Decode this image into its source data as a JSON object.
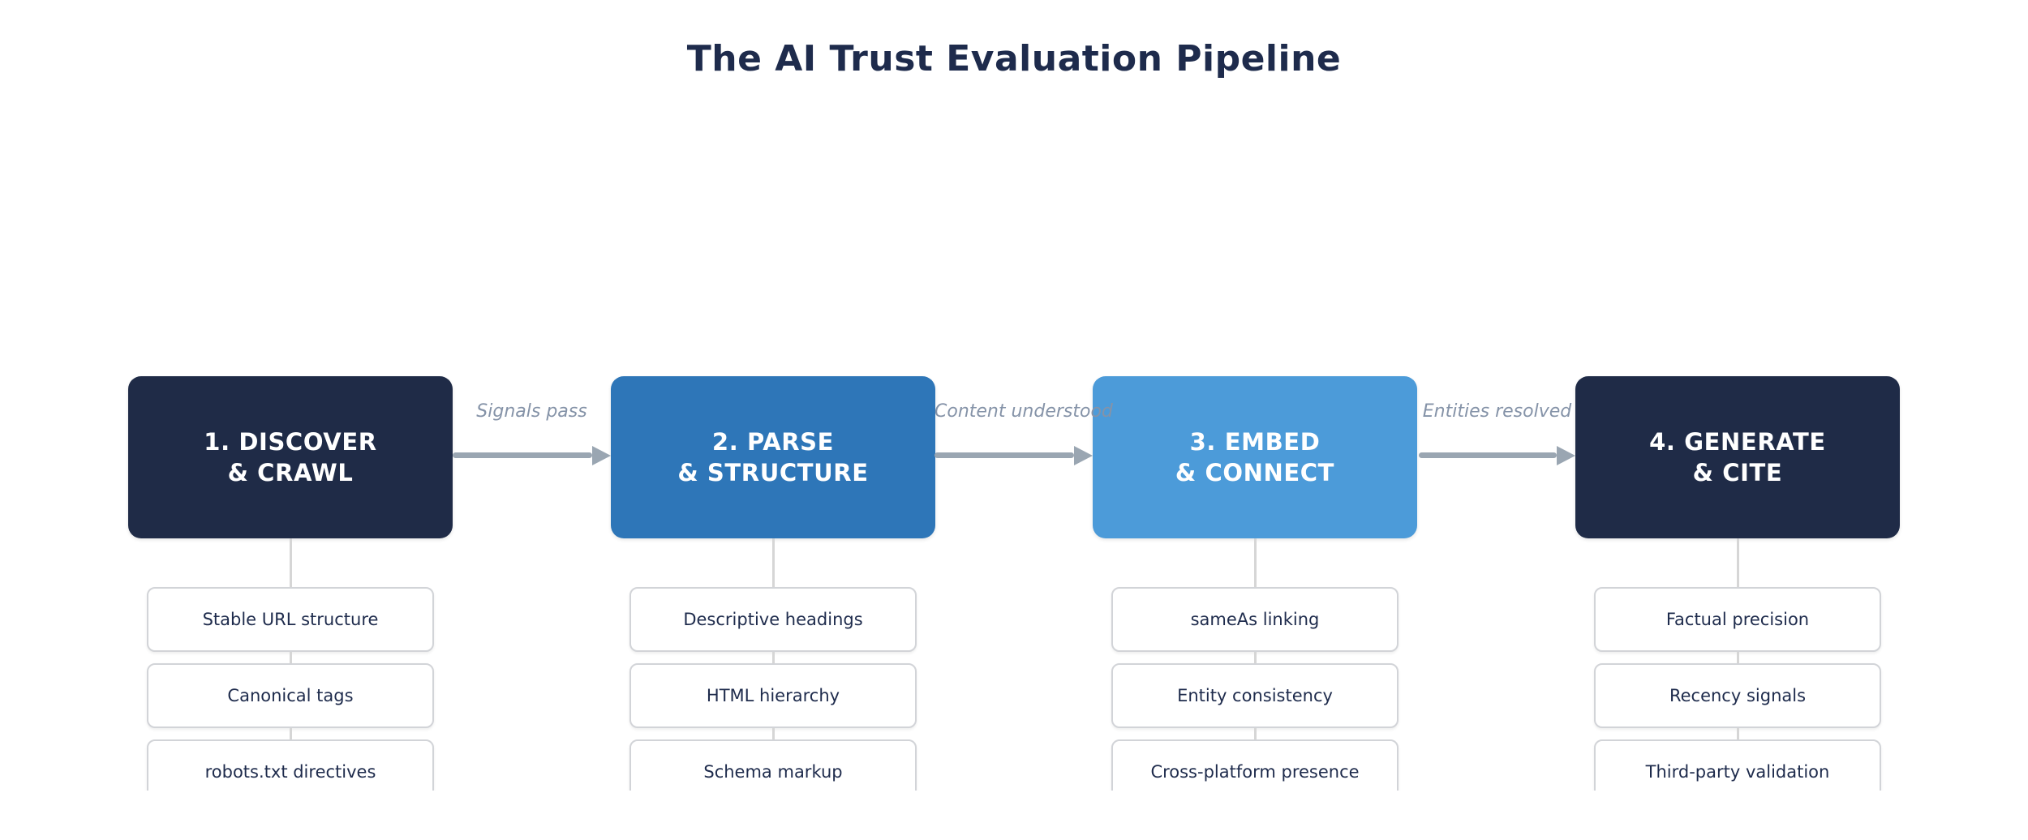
{
  "title": "The AI Trust Evaluation Pipeline",
  "colors": {
    "navy": "#1f2b47",
    "blue_medium": "#2e76b8",
    "blue_light": "#4c9bd9",
    "arrow": "#9aa6b2",
    "arrow_label": "#8593a8",
    "connector": "#d6d6d6",
    "item_border": "#d2d4d8",
    "text_dark": "#1e2b4c"
  },
  "stages": [
    {
      "title_line1": "1. DISCOVER",
      "title_line2": "& CRAWL",
      "color": "#1f2b47",
      "items": [
        "Stable URL structure",
        "Canonical tags",
        "robots.txt directives"
      ]
    },
    {
      "title_line1": "2. PARSE",
      "title_line2": "& STRUCTURE",
      "color": "#2e76b8",
      "items": [
        "Descriptive headings",
        "HTML hierarchy",
        "Schema markup"
      ]
    },
    {
      "title_line1": "3. EMBED",
      "title_line2": "& CONNECT",
      "color": "#4c9bd9",
      "items": [
        "sameAs linking",
        "Entity consistency",
        "Cross-platform presence"
      ]
    },
    {
      "title_line1": "4. GENERATE",
      "title_line2": "& CITE",
      "color": "#1f2b47",
      "items": [
        "Factual precision",
        "Recency signals",
        "Third-party validation"
      ]
    }
  ],
  "arrows": [
    {
      "label": "Signals pass"
    },
    {
      "label": "Content understood"
    },
    {
      "label": "Entities resolved"
    }
  ]
}
